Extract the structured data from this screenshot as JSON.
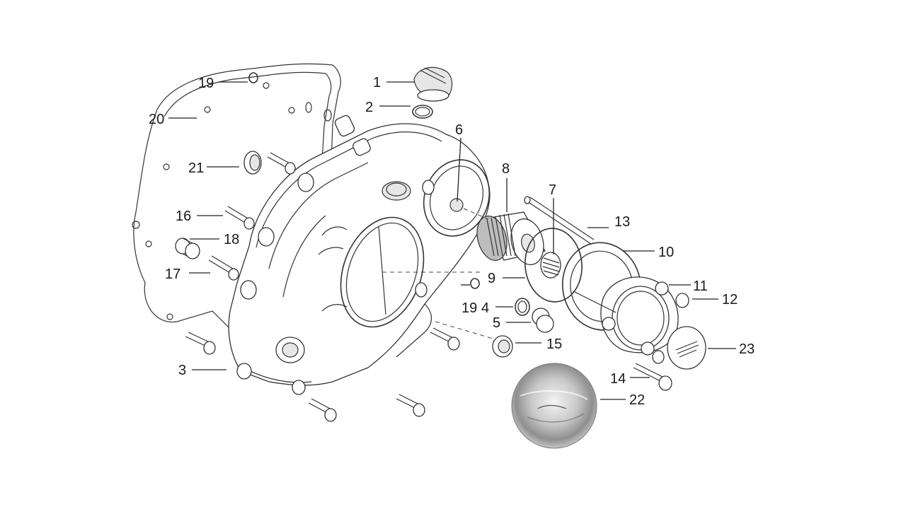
{
  "callouts": [
    {
      "id": "1",
      "label": "1"
    },
    {
      "id": "2",
      "label": "2"
    },
    {
      "id": "3",
      "label": "3"
    },
    {
      "id": "4",
      "label": "4"
    },
    {
      "id": "5",
      "label": "5"
    },
    {
      "id": "6",
      "label": "6"
    },
    {
      "id": "7",
      "label": "7"
    },
    {
      "id": "8",
      "label": "8"
    },
    {
      "id": "9",
      "label": "9"
    },
    {
      "id": "10",
      "label": "10"
    },
    {
      "id": "11",
      "label": "11"
    },
    {
      "id": "12",
      "label": "12"
    },
    {
      "id": "13",
      "label": "13"
    },
    {
      "id": "14",
      "label": "14"
    },
    {
      "id": "15",
      "label": "15"
    },
    {
      "id": "16",
      "label": "16"
    },
    {
      "id": "17",
      "label": "17"
    },
    {
      "id": "18",
      "label": "18"
    },
    {
      "id": "19a",
      "label": "19"
    },
    {
      "id": "19b",
      "label": "19"
    },
    {
      "id": "20",
      "label": "20"
    },
    {
      "id": "21",
      "label": "21"
    },
    {
      "id": "22",
      "label": "22"
    },
    {
      "id": "23",
      "label": "23"
    }
  ],
  "colors": {
    "background": "#ffffff",
    "line": "#333333",
    "label": "#1a1a1a",
    "cover_metal_light": "#e9e9e9",
    "cover_metal_dark": "#8a8a8a"
  }
}
